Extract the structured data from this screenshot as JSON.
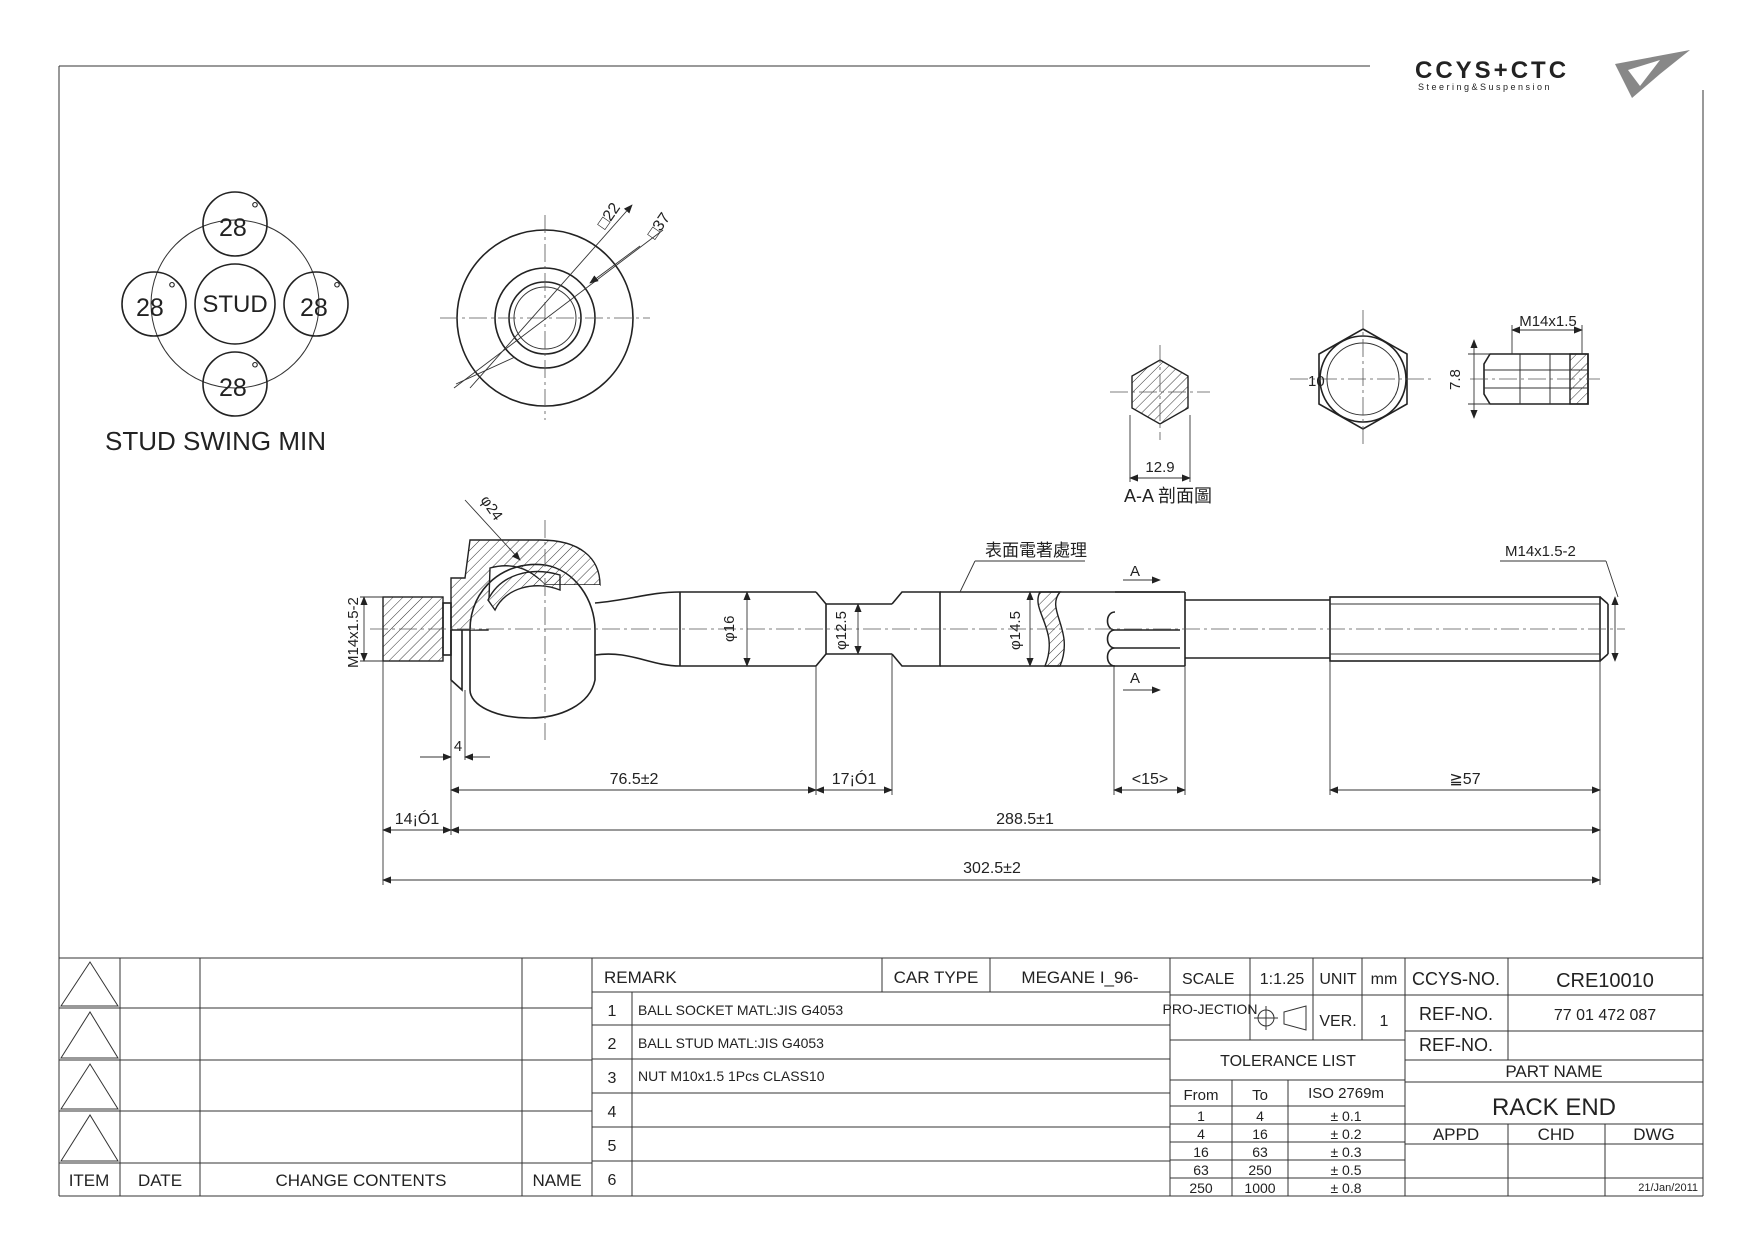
{
  "brand": {
    "name": "CCYS+CTC",
    "tagline": "Steering&Suspension"
  },
  "swing": {
    "center": "STUD",
    "angle": "28",
    "deg": "°",
    "caption": "STUD SWING MIN"
  },
  "socket_view": {
    "sq22": "□22",
    "sq37": "□37"
  },
  "section": {
    "dim": "12.9",
    "caption": "A-A 剖面圖"
  },
  "nut_view": {
    "across": "10",
    "thickness": "7.8",
    "thread": "M14x1.5"
  },
  "main_view": {
    "dia24": "φ24",
    "thread_left": "M14x1.5-2",
    "thread_right": "M14x1.5-2",
    "surface_note": "表面電著處理",
    "dia16": "φ16",
    "dia12_5": "φ12.5",
    "dia14_5": "φ14.5",
    "section_mark": "A",
    "dim_4": "4",
    "dim_76_5": "76.5±2",
    "dim_17": "17¡Ó1",
    "dim_15": "<15>",
    "dim_57": "≧57",
    "dim_14": "14¡Ó1",
    "dim_288_5": "288.5±1",
    "dim_302_5": "302.5±2"
  },
  "revision": {
    "headers": [
      "ITEM",
      "DATE",
      "CHANGE CONTENTS",
      "NAME"
    ]
  },
  "remarks": {
    "header": "REMARK",
    "car_type_label": "CAR TYPE",
    "car_type": "MEGANE I_96-",
    "rows": [
      {
        "no": "1",
        "text": "BALL SOCKET MATL:JIS  G4053"
      },
      {
        "no": "2",
        "text": "BALL STUD MATL:JIS G4053"
      },
      {
        "no": "3",
        "text": "NUT M10x1.5 1Pcs CLASS10"
      },
      {
        "no": "4",
        "text": ""
      },
      {
        "no": "5",
        "text": ""
      },
      {
        "no": "6",
        "text": ""
      }
    ]
  },
  "info": {
    "scale_label": "SCALE",
    "scale": "1:1.25",
    "unit_label": "UNIT",
    "unit": "mm",
    "projection_label": "PRO-JECTION",
    "ver_label": "VER.",
    "ver": "1",
    "tolerance_title": "TOLERANCE LIST",
    "tol_headers": [
      "From",
      "To",
      "ISO 2769m"
    ],
    "tol_rows": [
      [
        "1",
        "4",
        "± 0.1"
      ],
      [
        "4",
        "16",
        "± 0.2"
      ],
      [
        "16",
        "63",
        "± 0.3"
      ],
      [
        "63",
        "250",
        "± 0.5"
      ],
      [
        "250",
        "1000",
        "± 0.8"
      ]
    ]
  },
  "part": {
    "ccys_label": "CCYS-NO.",
    "ccys_no": "CRE10010",
    "ref_label": "REF-NO.",
    "ref_no": "77 01 472 087",
    "ref2_label": "REF-NO.",
    "ref2_no": "",
    "part_name_label": "PART NAME",
    "part_name": "RACK END",
    "appd": "APPD",
    "chd": "CHD",
    "dwg": "DWG",
    "date": "21/Jan/2011"
  }
}
